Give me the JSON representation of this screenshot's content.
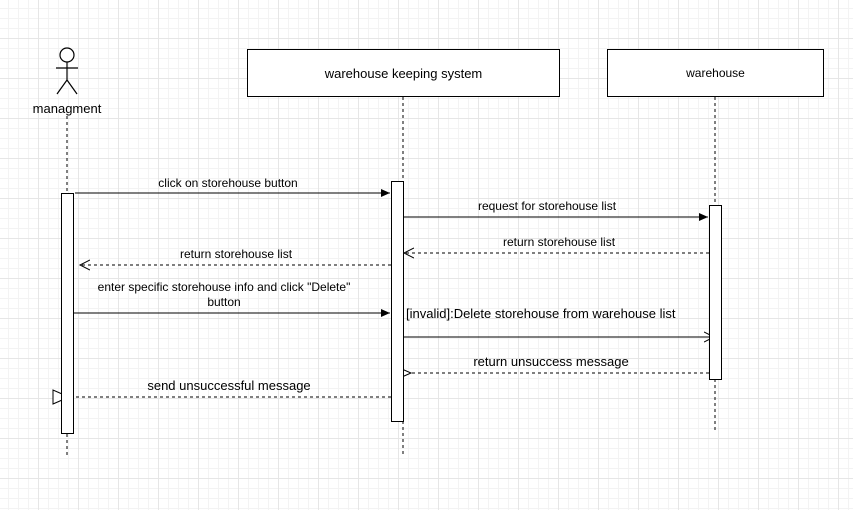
{
  "participants": {
    "actor": "managment",
    "system": "warehouse keeping system",
    "warehouse": "warehouse"
  },
  "messages": {
    "m1": "click on storehouse button",
    "m2": "request for storehouse list",
    "m3": "return storehouse list",
    "m4": "return storehouse list",
    "m5_line1": "enter specific storehouse info and click \"Delete\"",
    "m5_line2": "button",
    "m6": "[invalid]:Delete storehouse from warehouse list",
    "m7": "return unsuccess message",
    "m8": "send unsuccessful message"
  }
}
